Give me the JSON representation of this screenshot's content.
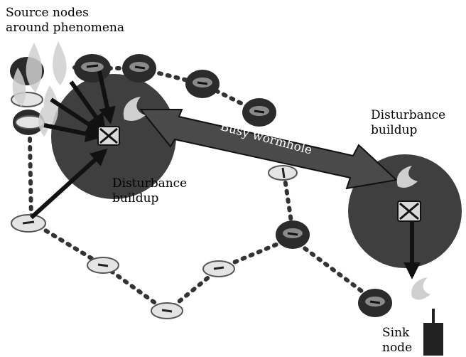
{
  "labels": {
    "source": "Source nodes\naround phenomena",
    "disturbance_left": "Disturbance\nbuildup",
    "disturbance_right": "Disturbance\nbuildup",
    "wormhole": "Busy wormhole",
    "sink": "Sink\nnode"
  },
  "colors": {
    "region": "#3f3f3f",
    "node_dark": "#2b2b2b",
    "node_light": "#e4e4e4",
    "dots": "#333333",
    "arrow": "#111111",
    "wormhole": "#4a4a4a",
    "flame": "#cfcfcf"
  },
  "icons": {
    "node": "sensor-node-icon",
    "flame": "phenomenon-flame-icon",
    "crossed_box": "jammed-node-icon",
    "sink": "sink-device-icon"
  }
}
